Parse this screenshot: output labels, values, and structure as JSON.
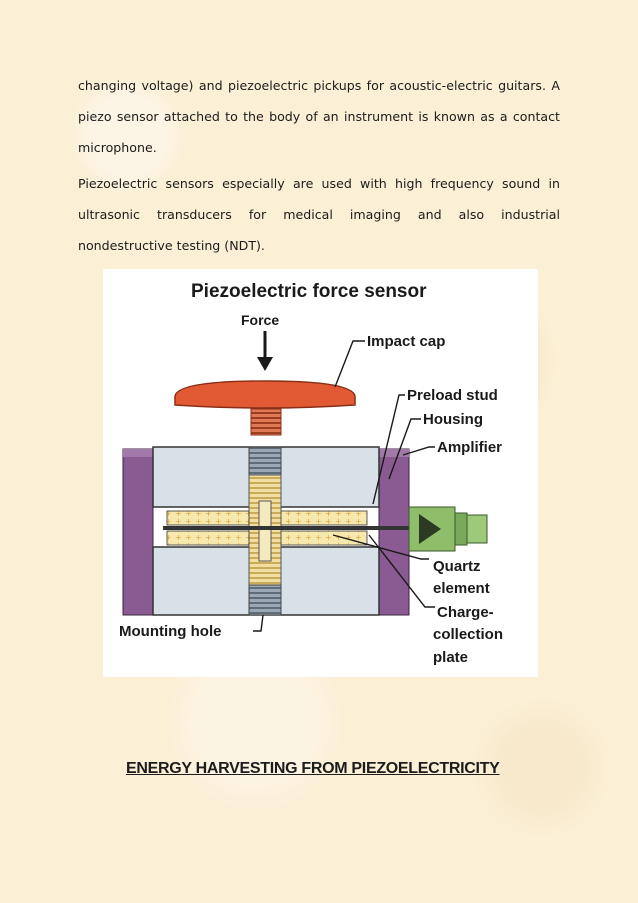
{
  "document": {
    "paragraphs": [
      "changing voltage) and piezoelectric pickups for acoustic-electric guitars. A piezo sensor attached to the body of an instrument is known as a contact microphone.",
      "Piezoelectric sensors especially are used with high frequency sound in ultrasonic transducers for medical imaging and also industrial nondestructive testing (NDT)."
    ],
    "figure": {
      "title": "Piezoelectric force sensor",
      "labels": {
        "force": "Force",
        "impact_cap": "Impact cap",
        "preload_stud": "Preload stud",
        "housing": "Housing",
        "amplifier": "Amplifier",
        "quartz_1": "Quartz",
        "quartz_2": "element",
        "charge_1": "Charge-",
        "charge_2": "collection",
        "charge_3": "plate",
        "mounting_hole": "Mounting hole"
      },
      "colors": {
        "impact_cap": "#e05a36",
        "housing": "#8e5a95",
        "body": "#d9e0e8",
        "quartz": "#f5e6a8",
        "amplifier": "#8fbd6a",
        "stud": "#e8d99a"
      }
    },
    "section_heading": "ENERGY HARVESTING FROM PIEZOELECTRICITY"
  }
}
